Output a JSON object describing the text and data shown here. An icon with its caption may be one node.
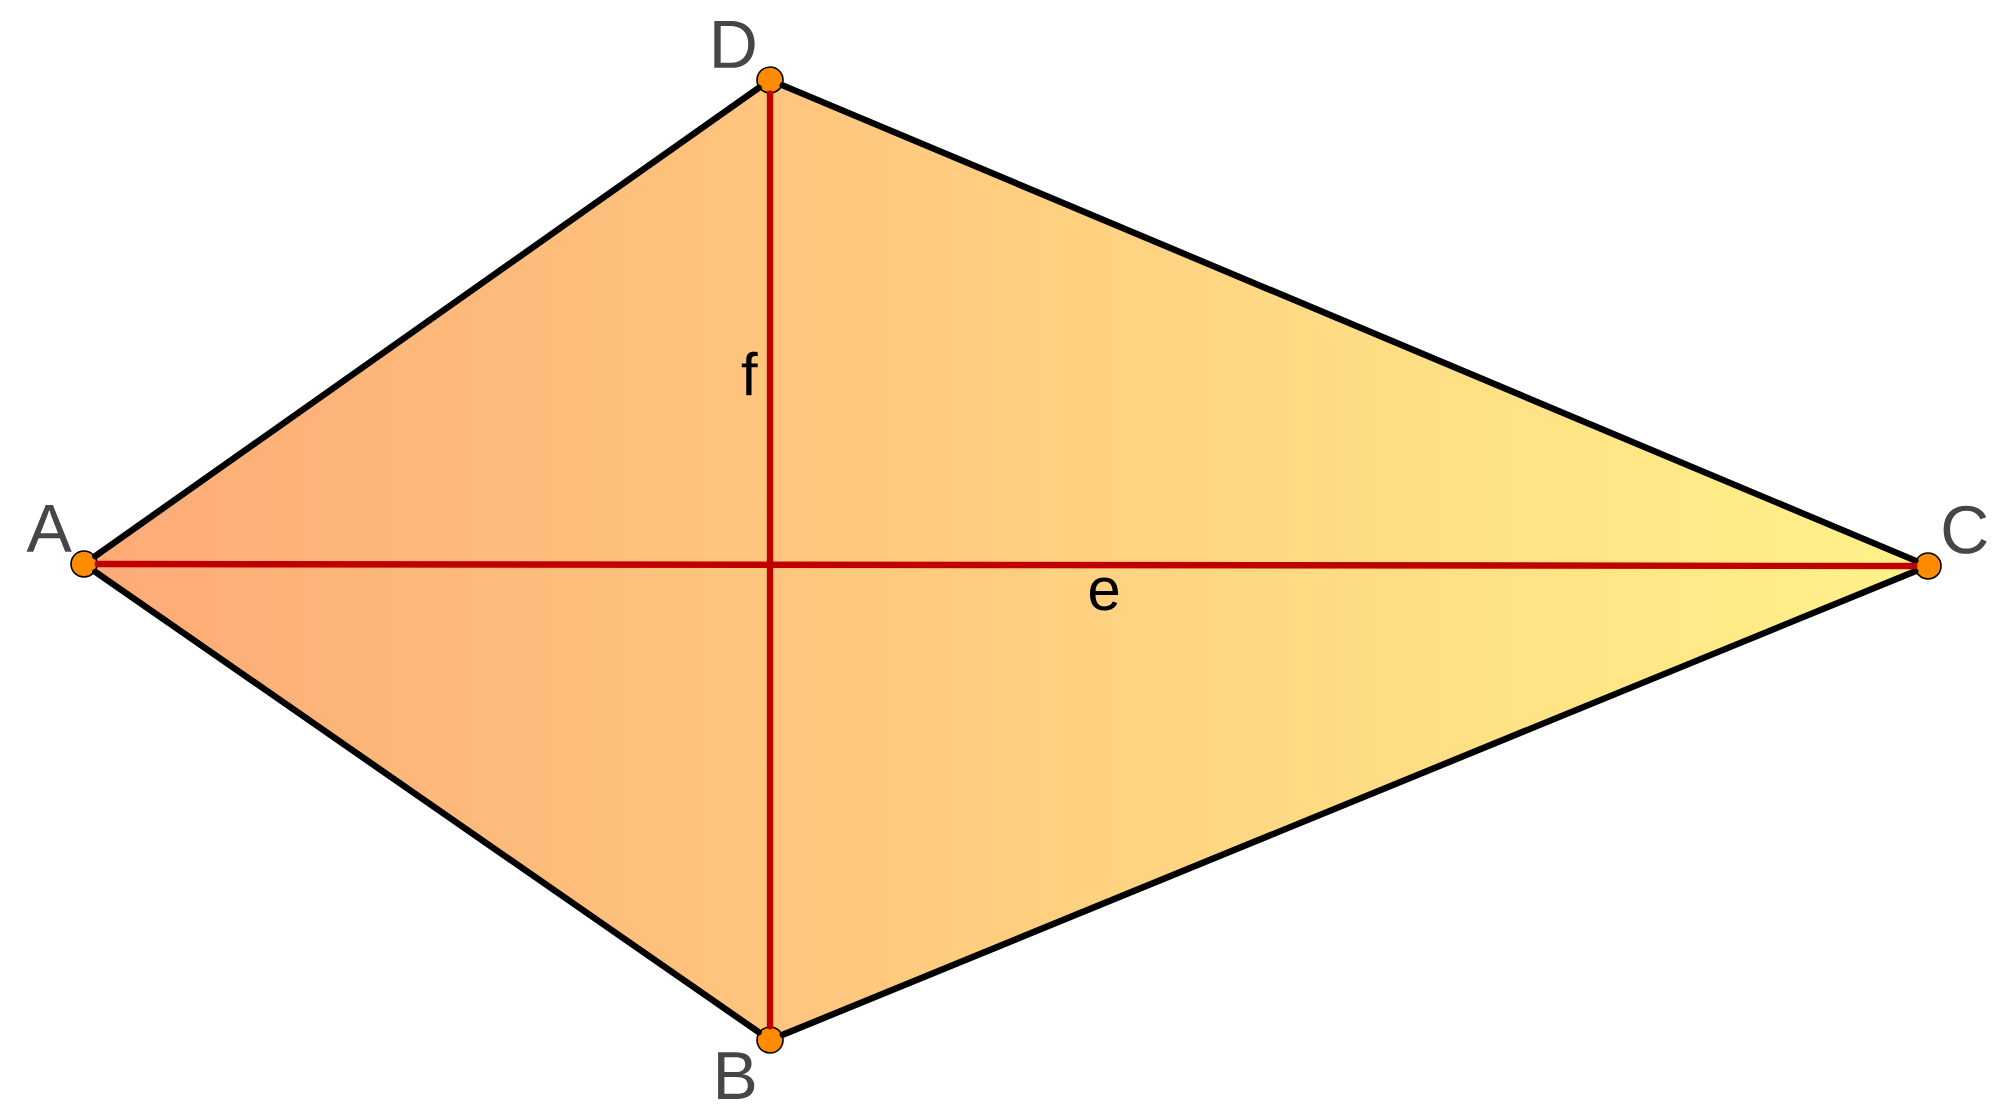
{
  "diagram": {
    "nodes": [
      {
        "text": [
          "A"
        ]
      },
      {
        "text": [
          "B"
        ]
      },
      {
        "text": [
          "C"
        ]
      },
      {
        "text": [
          "D"
        ]
      }
    ],
    "edges": [
      {
        "from": 0,
        "to": 3,
        "arrow": "none"
      },
      {
        "from": 3,
        "to": 2,
        "arrow": "none"
      },
      {
        "from": 2,
        "to": 1,
        "arrow": "none"
      },
      {
        "from": 1,
        "to": 0,
        "arrow": "none"
      },
      {
        "from": 0,
        "to": 2,
        "arrow": "none",
        "label": "e",
        "color": "#c00000"
      },
      {
        "from": 3,
        "to": 1,
        "arrow": "none",
        "label": "f",
        "color": "#c00000"
      }
    ]
  }
}
